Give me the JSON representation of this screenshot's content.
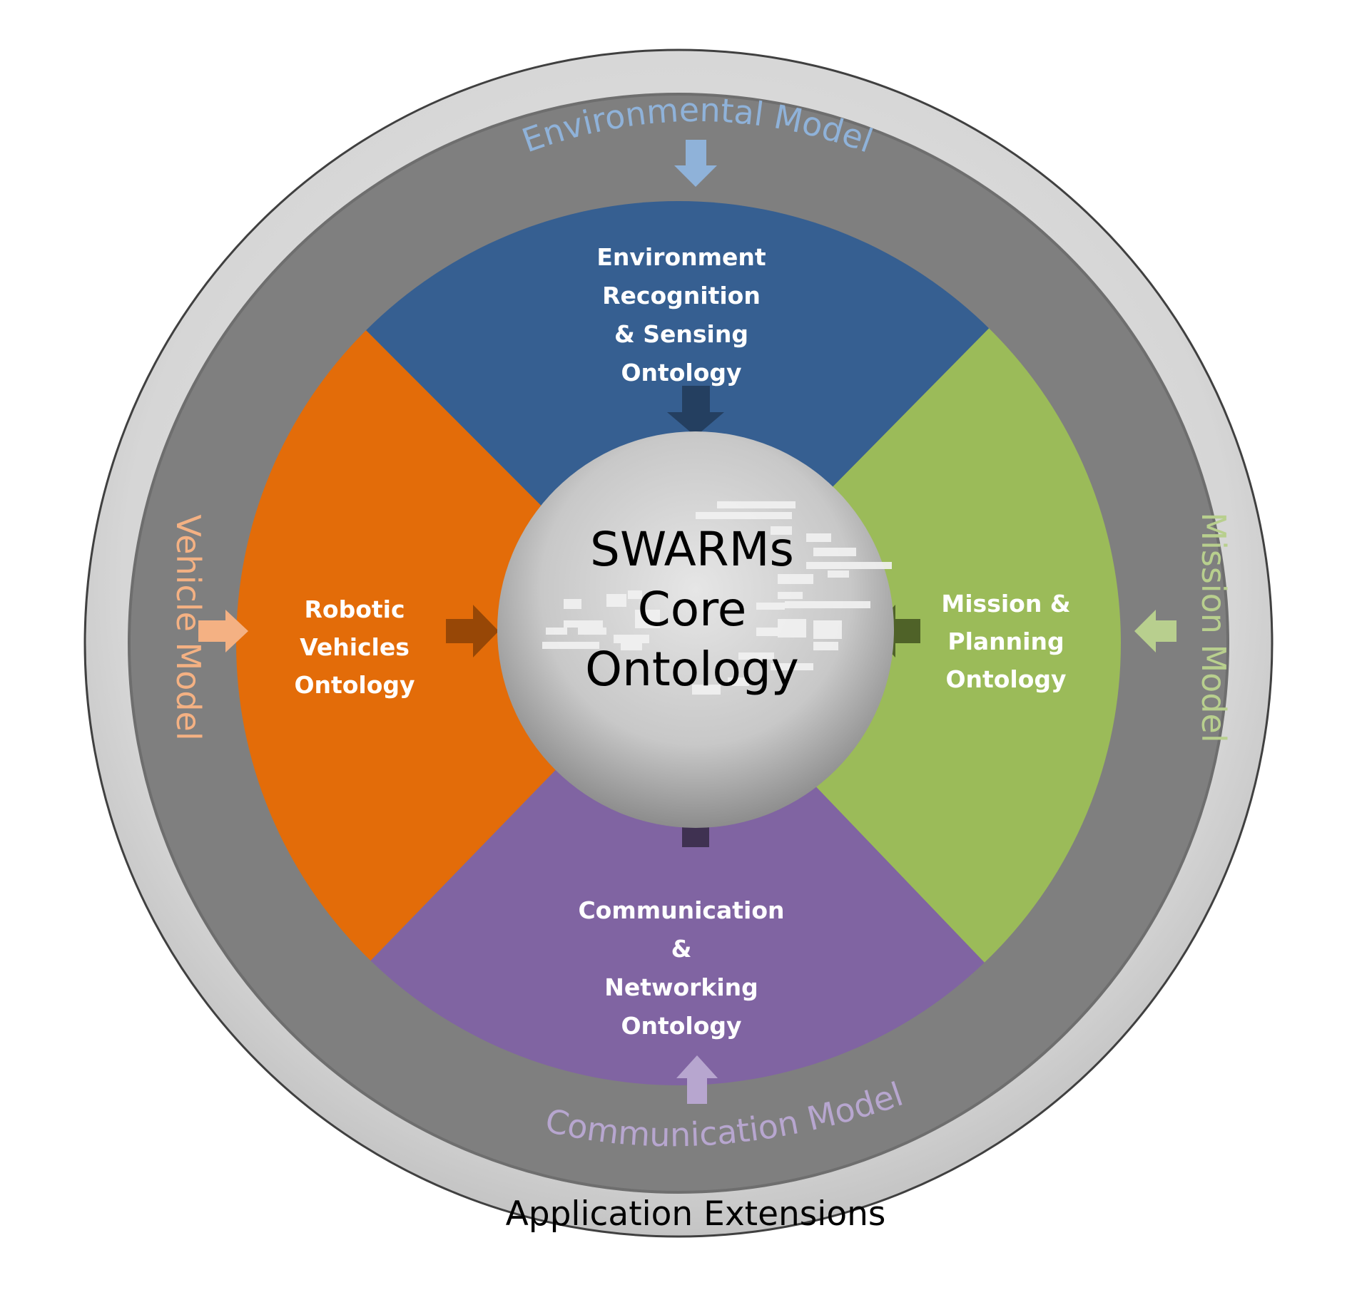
{
  "diagram": {
    "outer_ring": {
      "label": "Application Extensions",
      "color": "#d0d0d0"
    },
    "model_ring": {
      "color": "#7f7f7f",
      "labels": {
        "top": {
          "text": "Environmental Model",
          "color": "#8fb2d9"
        },
        "right": {
          "text": "Mission Model",
          "color": "#b8cf8e"
        },
        "bottom": {
          "text": "Communication Model",
          "color": "#b7a6cf"
        },
        "left": {
          "text": "Vehicle Model",
          "color": "#f4b183"
        }
      }
    },
    "segments": {
      "top": {
        "lines": [
          "Environment",
          "Recognition",
          "& Sensing",
          "Ontology"
        ],
        "color": "#365f91",
        "arrow_color": "#243f60"
      },
      "right": {
        "lines": [
          "Mission &",
          "Planning",
          "Ontology"
        ],
        "color": "#9bbb59",
        "arrow_color": "#4f6228"
      },
      "bottom": {
        "lines": [
          "Communication",
          "&",
          "Networking",
          "Ontology"
        ],
        "color": "#8064a2",
        "arrow_color": "#3f3151"
      },
      "left": {
        "lines": [
          "Robotic",
          "Vehicles",
          "Ontology"
        ],
        "color": "#e36c09",
        "arrow_color": "#974706"
      }
    },
    "core": {
      "lines": [
        "SWARMs",
        "Core",
        "Ontology"
      ],
      "color": "#bfbfbf"
    }
  }
}
